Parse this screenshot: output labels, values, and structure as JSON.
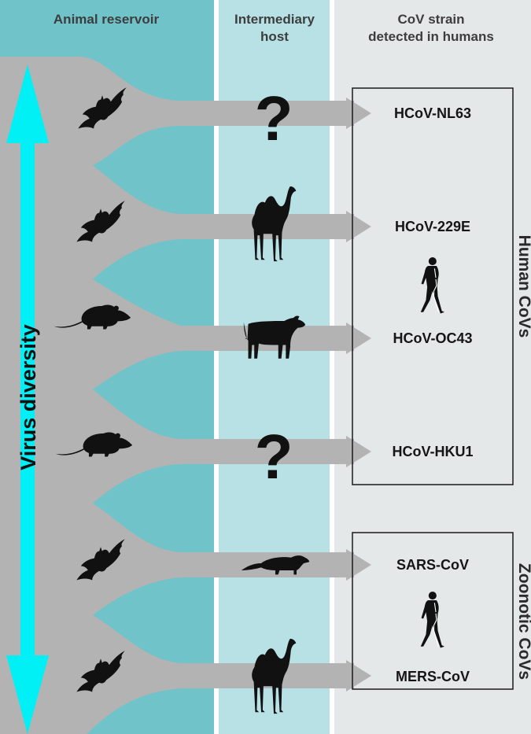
{
  "columns": {
    "reservoir": "Animal reservoir",
    "intermediary_line1": "Intermediary",
    "intermediary_line2": "host",
    "strain_line1": "CoV strain",
    "strain_line2": "detected in humans"
  },
  "axis_label": "Virus diversity",
  "rows": [
    {
      "reservoir_icon": "bat-icon",
      "host_icon": "question-mark-icon",
      "host_symbol": "?",
      "strain": "HCoV-NL63"
    },
    {
      "reservoir_icon": "bat-icon",
      "host_icon": "camel-icon",
      "strain": "HCoV-229E"
    },
    {
      "reservoir_icon": "rodent-icon",
      "host_icon": "cow-icon",
      "strain": "HCoV-OC43"
    },
    {
      "reservoir_icon": "rodent-icon",
      "host_icon": "question-mark-icon",
      "host_symbol": "?",
      "strain": "HCoV-HKU1"
    },
    {
      "reservoir_icon": "bat-icon",
      "host_icon": "civet-icon",
      "strain": "SARS-CoV"
    },
    {
      "reservoir_icon": "bat-icon",
      "host_icon": "camel-icon",
      "strain": "MERS-CoV"
    }
  ],
  "groups": {
    "human": "Human CoVs",
    "zoonotic": "Zoonotic CoVs"
  },
  "colors": {
    "reservoir_bg": "#6fc3c9",
    "host_bg": "#b8e1e6",
    "strain_bg": "#e4e8e8",
    "flow": "#b3b3b3",
    "arrow_axis": "#00f0f5"
  }
}
